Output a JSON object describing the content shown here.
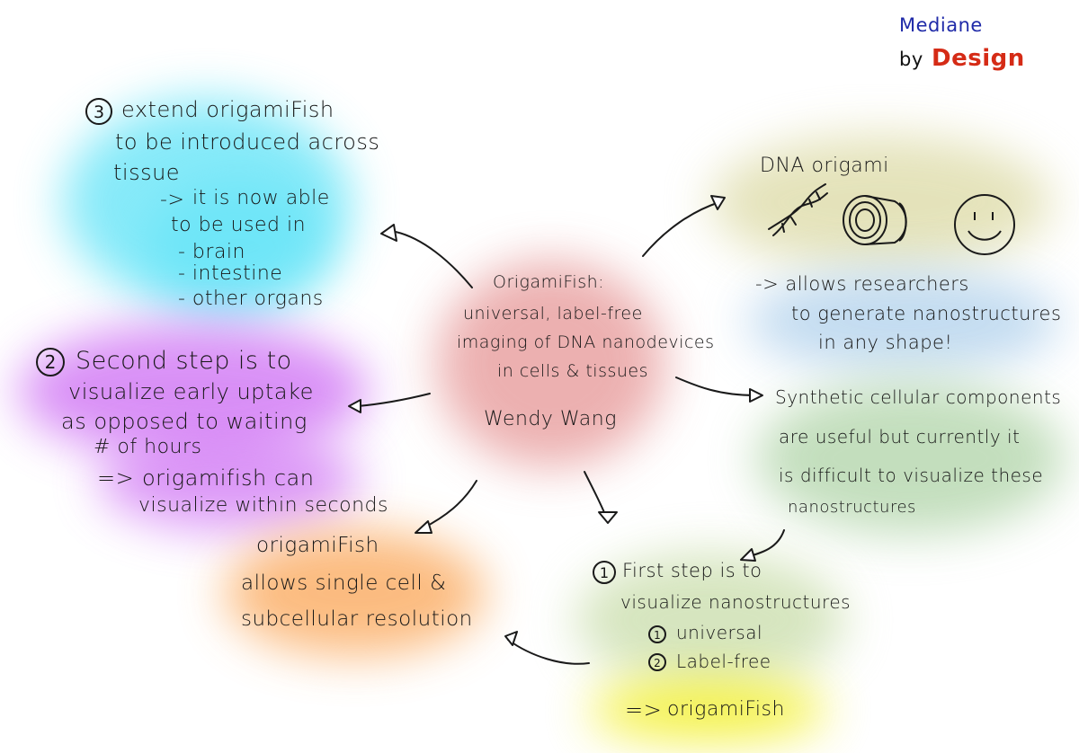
{
  "brand": {
    "line1": "Mediane",
    "by": "by",
    "design": "Design"
  },
  "center": {
    "title": "OrigamiFish:",
    "line2": "universal, label-free",
    "line3": "imaging of DNA nanodevices",
    "line4": "in cells & tissues",
    "author": "Wendy Wang"
  },
  "node_step3": {
    "line1": "extend origamiFish",
    "line2": "to be introduced across",
    "line3": "tissue",
    "line4": "it is now able",
    "line5": "to be used in",
    "items": [
      "- brain",
      "- intestine",
      "- other organs"
    ]
  },
  "node_dna": {
    "title": "DNA origami",
    "line1": "-> allows researchers",
    "line2": "to generate nanostructures",
    "line3": "in any shape!"
  },
  "node_step2": {
    "line1": "Second step is to",
    "line2": "visualize early uptake",
    "line3": "as opposed to waiting",
    "line4": "# of hours",
    "line5": "origamifish can",
    "line6": "visualize within seconds"
  },
  "node_synthetic": {
    "line1": "Synthetic cellular components",
    "line2": "are useful but currently it",
    "line3": "is difficult to visualize these",
    "line4": "nanostructures"
  },
  "node_resolution": {
    "line1": "origamiFish",
    "line2": "allows single cell &",
    "line3": "subcellular resolution"
  },
  "node_step1": {
    "line1": "First step is to",
    "line2": "visualize nanostructures",
    "item1": "universal",
    "item2": "Label-free",
    "result": "origamiFish"
  },
  "markers": {
    "step3": "3",
    "step2": "2",
    "step1": "1",
    "sub1": "1",
    "sub2": "2",
    "arrow_single": "->",
    "arrow_double": "=>"
  },
  "colors": {
    "cyan": "#5fe3f7",
    "olive": "#dedcaa",
    "blue": "#b9d6ee",
    "purple": "#cf72f4",
    "pink": "#e9a3a3",
    "green": "#b9d9b2",
    "light_green": "#cfe1b4",
    "orange": "#fbb06a",
    "yellow": "#f3f02a",
    "brand_blue": "#1f2aa8",
    "brand_red": "#d52b16"
  },
  "icons": [
    "dna-helix-icon",
    "origami-roll-icon",
    "smiley-face-icon"
  ]
}
